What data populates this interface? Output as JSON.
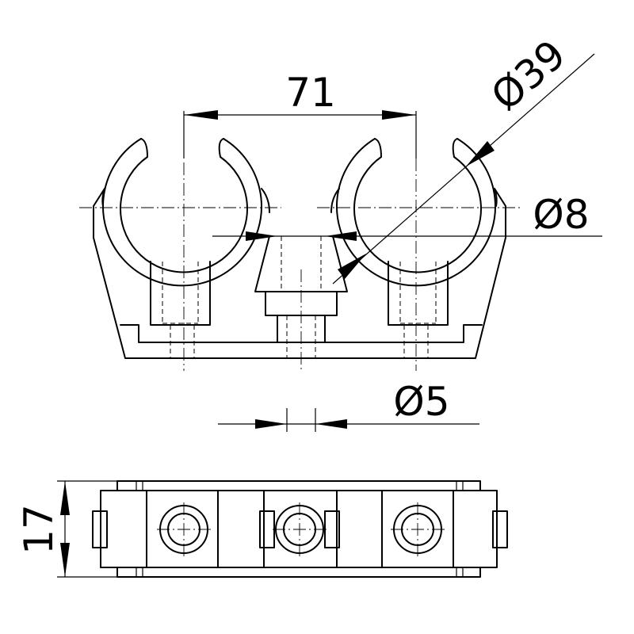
{
  "drawing": {
    "dimensions": {
      "spacing": "71",
      "clip_diameter": "Ø39",
      "hole_diameter_upper": "Ø8",
      "hole_diameter_lower": "Ø5",
      "height": "17"
    },
    "colors": {
      "line": "#000000",
      "background": "#ffffff"
    }
  }
}
